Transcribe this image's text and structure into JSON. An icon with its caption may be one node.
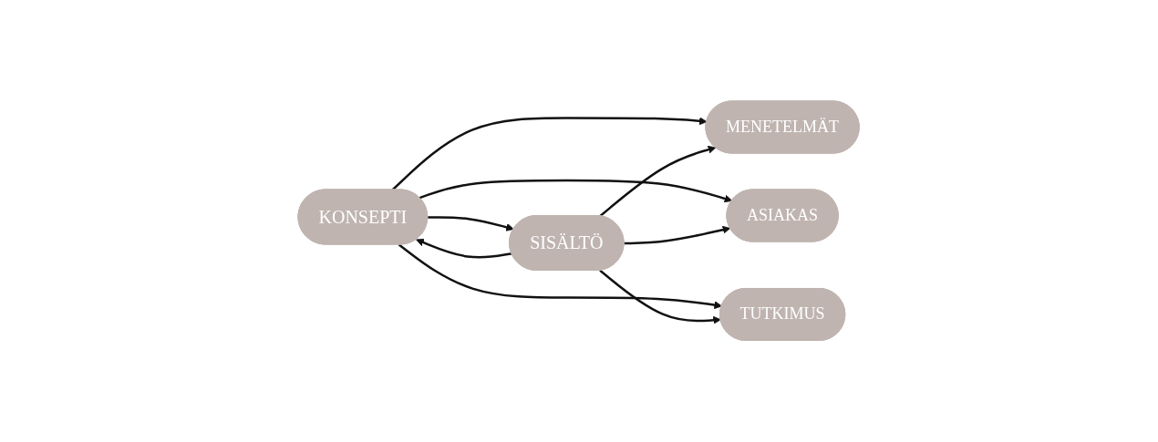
{
  "diagram": {
    "nodes": [
      {
        "text": [
          "KONSEPTI"
        ]
      },
      {
        "text": [
          "MENETELMÄT"
        ]
      },
      {
        "text": [
          "ASIAKAS"
        ]
      },
      {
        "text": [
          "TUTKIMUS"
        ]
      },
      {
        "text": [
          "SISÄLTÖ"
        ]
      }
    ],
    "edges": [
      {
        "from": 0,
        "to": 4,
        "arrow": "to"
      },
      {
        "from": 0,
        "to": 1,
        "arrow": "to"
      },
      {
        "from": 0,
        "to": 2,
        "arrow": "to"
      },
      {
        "from": 0,
        "to": 3,
        "arrow": "to"
      },
      {
        "from": 4,
        "to": 1,
        "arrow": "to"
      },
      {
        "from": 4,
        "to": 2,
        "arrow": "to"
      },
      {
        "from": 4,
        "to": 3,
        "arrow": "to"
      },
      {
        "from": 4,
        "to": 0,
        "arrow": "to"
      }
    ]
  }
}
